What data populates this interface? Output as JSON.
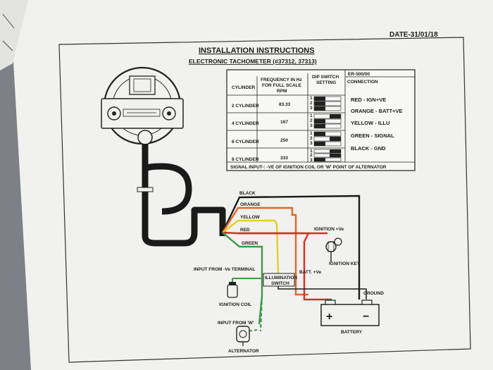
{
  "header": {
    "date": "DATE-31/01/18",
    "title": "INSTALLATION INSTRUCTIONS",
    "subtitle": "ELECTRONIC TACHOMETER (#37312, 37313)"
  },
  "table": {
    "col_cylinder": "CYLINDER",
    "col_frequency": [
      "FREQUENCY IN Hz",
      "FOR FULL SCALE",
      "RPM"
    ],
    "col_dip": [
      "DIP SWITCH",
      "SETTING"
    ],
    "col_model": "ER-500/00",
    "col_connection": "CONNECTION",
    "rows": [
      {
        "cylinder": "2 CYLINDER",
        "frequency": "83.33"
      },
      {
        "cylinder": "4 CYLINDER",
        "frequency": "167"
      },
      {
        "cylinder": "6 CYLINDER",
        "frequency": "250"
      },
      {
        "cylinder": "8 CYLINDER",
        "frequency": "333"
      }
    ],
    "connections": [
      "RED  -  IGN+VE",
      "ORANGE  -  BATT+VE",
      "YELLOW  -  ILLU",
      "GREEN  -  SIGNAL",
      "BLACK  -  GND"
    ],
    "dip_numbers": [
      "1",
      "2",
      "3"
    ],
    "footer": "SIGNAL INPUT-: -VE OF IGNITION COIL OR 'W' POINT OF ALTERNATOR"
  },
  "wires": {
    "black": "BLACK",
    "orange": "ORANGE",
    "yellow": "YELLOW",
    "red": "RED",
    "green": "GREEN"
  },
  "labels": {
    "ignition_ve": "IGNITION +Ve",
    "ignition_key": "IGNITION KEY",
    "batt_ve": "BATT. +Ve",
    "illumination_1": "ILLUMINATION",
    "illumination_2": "SWITCH",
    "input_terminal": "INPUT FROM -Ve TERMINAL",
    "ignition_coil": "IGNITION COIL",
    "input_w": "INPUT FROM 'W'",
    "alternator": "ALTERNATOR",
    "ground": "GROUND",
    "battery": "BATTERY",
    "plus": "+",
    "minus": "−"
  },
  "colors": {
    "black_wire": "#1a1a1a",
    "orange_wire": "#e0662a",
    "yellow_wire": "#e3cf2a",
    "red_wire": "#d62f2a",
    "green_wire": "#3d9a44"
  },
  "icons": [
    "gauge-icon",
    "ignition-key-icon",
    "ignition-coil-icon",
    "alternator-icon",
    "battery-icon"
  ]
}
